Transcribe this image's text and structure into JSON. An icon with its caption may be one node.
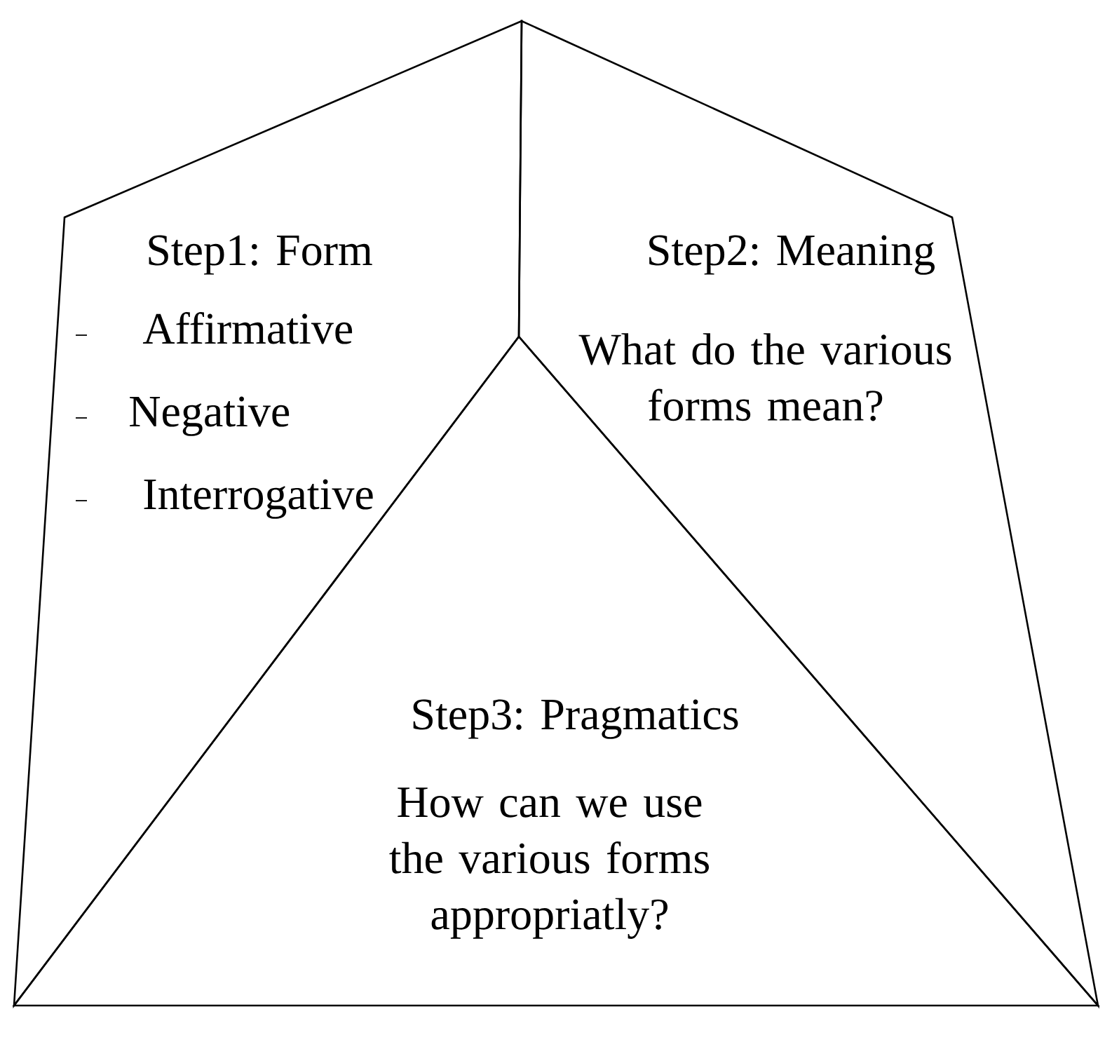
{
  "diagram": {
    "nodes": [
      {
        "text": [
          "Step1: Form",
          "Affirmative",
          "Negative",
          "Interrogative"
        ]
      },
      {
        "text": [
          "Step2: Meaning",
          "What do the various forms mean?"
        ]
      },
      {
        "text": [
          "Step3: Pragmatics",
          "How can we use the various forms appropriatly?"
        ]
      }
    ]
  }
}
